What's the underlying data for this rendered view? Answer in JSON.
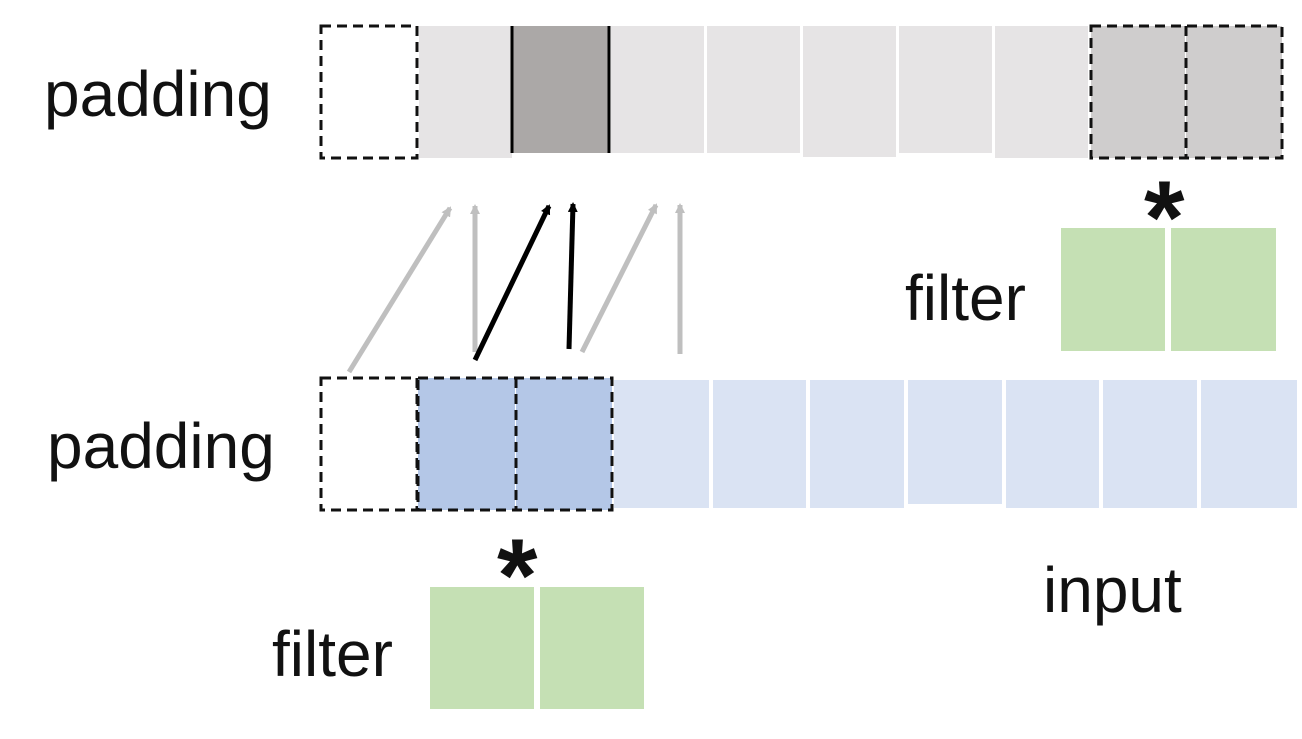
{
  "labels": {
    "top_padding": "padding",
    "bottom_padding": "padding",
    "top_filter": "filter",
    "bottom_filter": "filter",
    "input": "input",
    "top_star": "*",
    "bottom_star": "*"
  },
  "colors": {
    "output_cell": "#e6e4e5",
    "output_highlight": "#aba8a7",
    "output_window": "#cfcdcd",
    "input_cell": "#dae3f3",
    "input_window": "#b4c7e7",
    "filter_cell": "#c5e0b4",
    "arrow_gray": "#bfbfbf",
    "arrow_black": "#000000",
    "dashed_border": "#111111"
  }
}
